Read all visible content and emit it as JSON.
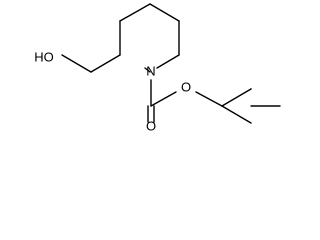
{
  "structure": {
    "atom_labels": {
      "hydroxyl": "HO",
      "ring_nitrogen": "N",
      "ester_oxygen": "O",
      "carbonyl_oxygen": "O"
    }
  }
}
